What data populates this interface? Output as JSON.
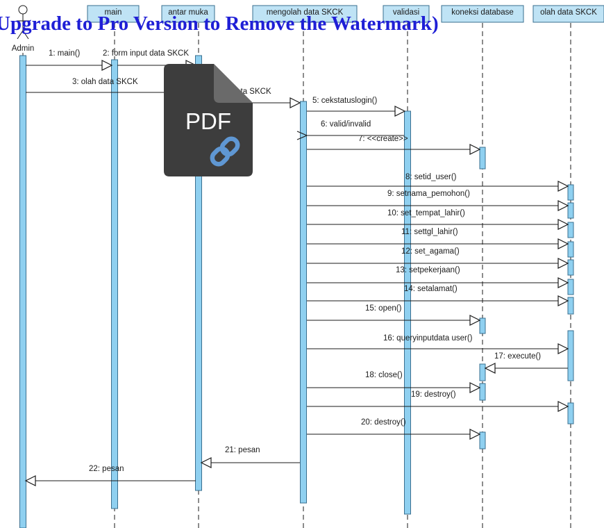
{
  "watermark": "Upgrade to Pro Version to Remove the Watermark)",
  "actor": {
    "label": "Admin"
  },
  "lifelines": [
    {
      "id": "main",
      "label": "main"
    },
    {
      "id": "antarmuka",
      "label": "antar muka"
    },
    {
      "id": "mengolah",
      "label": "mengolah data SKCK"
    },
    {
      "id": "validasi",
      "label": "validasi"
    },
    {
      "id": "koneksi",
      "label": "koneksi database"
    },
    {
      "id": "olah",
      "label": "olah data SKCK"
    }
  ],
  "messages": [
    {
      "label": "1: main()",
      "from": "admin",
      "to": "main",
      "type": "sync"
    },
    {
      "label": "2: form input data SKCK",
      "from": "main",
      "to": "antarmuka",
      "type": "sync"
    },
    {
      "label": "3: olah data SKCK",
      "from": "admin",
      "to": "antarmuka",
      "type": "sync"
    },
    {
      "label": "4: olah data SKCK",
      "from": "antarmuka",
      "to": "mengolah",
      "type": "sync"
    },
    {
      "label": "5: cekstatuslogin()",
      "from": "mengolah",
      "to": "validasi",
      "type": "sync"
    },
    {
      "label": "6: valid/invalid",
      "from": "validasi",
      "to": "mengolah",
      "type": "return"
    },
    {
      "label": "7: <<create>>",
      "from": "mengolah",
      "to": "koneksi",
      "type": "sync"
    },
    {
      "label": "8: setid_user()",
      "from": "mengolah",
      "to": "olah",
      "type": "sync"
    },
    {
      "label": "9: setnama_pemohon()",
      "from": "mengolah",
      "to": "olah",
      "type": "sync"
    },
    {
      "label": "10: set_tempat_lahir()",
      "from": "mengolah",
      "to": "olah",
      "type": "sync"
    },
    {
      "label": "11: settgl_lahir()",
      "from": "mengolah",
      "to": "olah",
      "type": "sync"
    },
    {
      "label": "12: set_agama()",
      "from": "mengolah",
      "to": "olah",
      "type": "sync"
    },
    {
      "label": "13: setpekerjaan()",
      "from": "mengolah",
      "to": "olah",
      "type": "sync"
    },
    {
      "label": "14: setalamat()",
      "from": "mengolah",
      "to": "olah",
      "type": "sync"
    },
    {
      "label": "15: open()",
      "from": "mengolah",
      "to": "koneksi",
      "type": "sync"
    },
    {
      "label": "16: queryinputdata user()",
      "from": "mengolah",
      "to": "olah",
      "type": "sync"
    },
    {
      "label": "17: execute()",
      "from": "olah",
      "to": "koneksi",
      "type": "sync"
    },
    {
      "label": "18: close()",
      "from": "mengolah",
      "to": "koneksi",
      "type": "sync"
    },
    {
      "label": "19: destroy()",
      "from": "mengolah",
      "to": "olah",
      "type": "sync"
    },
    {
      "label": "20: destroy()",
      "from": "mengolah",
      "to": "koneksi",
      "type": "sync"
    },
    {
      "label": "21: pesan",
      "from": "mengolah",
      "to": "antarmuka",
      "type": "sync"
    },
    {
      "label": "22: pesan",
      "from": "antarmuka",
      "to": "admin",
      "type": "sync"
    }
  ],
  "pdf_badge": {
    "label": "PDF",
    "icon": "pdf-link-icon"
  },
  "colors": {
    "activation_fill": "#8fd0f0",
    "activation_stroke": "#3a6f8f",
    "header_fill": "#bfe3f5",
    "line": "#1a1a1a",
    "watermark": "#1f1fd6",
    "badge_body": "#3d3d3d",
    "badge_fold": "#6a6a6a",
    "link_icon": "#5f97d3"
  }
}
